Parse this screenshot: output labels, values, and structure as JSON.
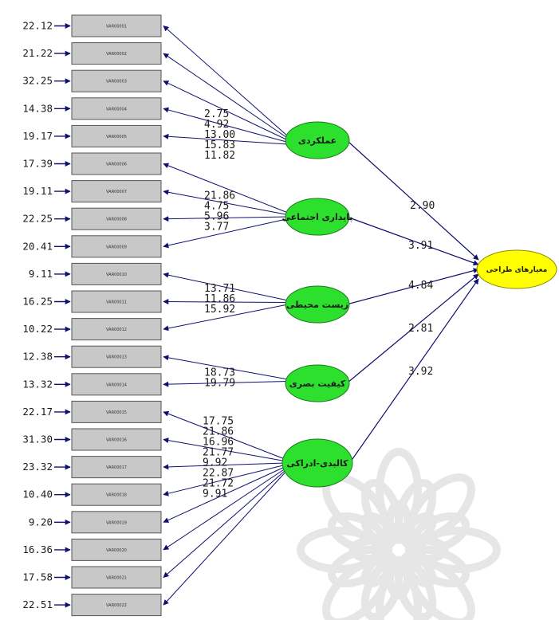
{
  "colors": {
    "box_fill": "#c8c8c8",
    "box_stroke": "#555555",
    "latent_fill": "#2ee02e",
    "latent_stroke": "#1a7a1a",
    "target_fill": "#ffff00",
    "target_stroke": "#8a8a00",
    "arrow": "#101070",
    "watermark": "#e6e6e6"
  },
  "diagram": {
    "observed": [
      {
        "id": "VAR00001",
        "error": "22.12",
        "loading": "2.75",
        "factor": 0
      },
      {
        "id": "VAR00002",
        "error": "21.22",
        "loading": "4.92",
        "factor": 0
      },
      {
        "id": "VAR00003",
        "error": "32.25",
        "loading": "13.00",
        "factor": 0
      },
      {
        "id": "VAR00004",
        "error": "14.38",
        "loading": "15.83",
        "factor": 0
      },
      {
        "id": "VAR00005",
        "error": "19.17",
        "loading": "11.82",
        "factor": 0
      },
      {
        "id": "VAR00006",
        "error": "17.39",
        "loading": "21.86",
        "factor": 1
      },
      {
        "id": "VAR00007",
        "error": "19.11",
        "loading": "4.75",
        "factor": 1
      },
      {
        "id": "VAR00008",
        "error": "22.25",
        "loading": "5.96",
        "factor": 1
      },
      {
        "id": "VAR00009",
        "error": "20.41",
        "loading": "3.77",
        "factor": 1
      },
      {
        "id": "VAR00010",
        "error": "9.11",
        "loading": "13.71",
        "factor": 2
      },
      {
        "id": "VAR00011",
        "error": "16.25",
        "loading": "11.86",
        "factor": 2
      },
      {
        "id": "VAR00012",
        "error": "10.22",
        "loading": "15.92",
        "factor": 2
      },
      {
        "id": "VAR00013",
        "error": "12.38",
        "loading": "18.73",
        "factor": 3
      },
      {
        "id": "VAR00014",
        "error": "13.32",
        "loading": "19.79",
        "factor": 3
      },
      {
        "id": "VAR00015",
        "error": "22.17",
        "loading": "17.75",
        "factor": 4
      },
      {
        "id": "VAR00016",
        "error": "31.30",
        "loading": "21.86",
        "factor": 4
      },
      {
        "id": "VAR00017",
        "error": "23.32",
        "loading": "16.96",
        "factor": 4
      },
      {
        "id": "VAR00018",
        "error": "10.40",
        "loading": "21.77",
        "factor": 4
      },
      {
        "id": "VAR00019",
        "error": "9.20",
        "loading": "9.92",
        "factor": 4
      },
      {
        "id": "VAR00020",
        "error": "16.36",
        "loading": "22.87",
        "factor": 4
      },
      {
        "id": "VAR00021",
        "error": "17.58",
        "loading": "21.72",
        "factor": 4
      },
      {
        "id": "VAR00022",
        "error": "22.51",
        "loading": "9.91",
        "factor": 4
      }
    ],
    "latents": [
      {
        "label": "عملکردی",
        "path": "2.90"
      },
      {
        "label": "پایداری اجتماعی",
        "path": "3.91"
      },
      {
        "label": "زیست محیطی",
        "path": "4.84"
      },
      {
        "label": "کیفیت بصری",
        "path": "2.81"
      },
      {
        "label": "کالبدی-ادراکی",
        "path": "3.92"
      }
    ],
    "target": {
      "label": "معیارهای طراحی"
    }
  }
}
